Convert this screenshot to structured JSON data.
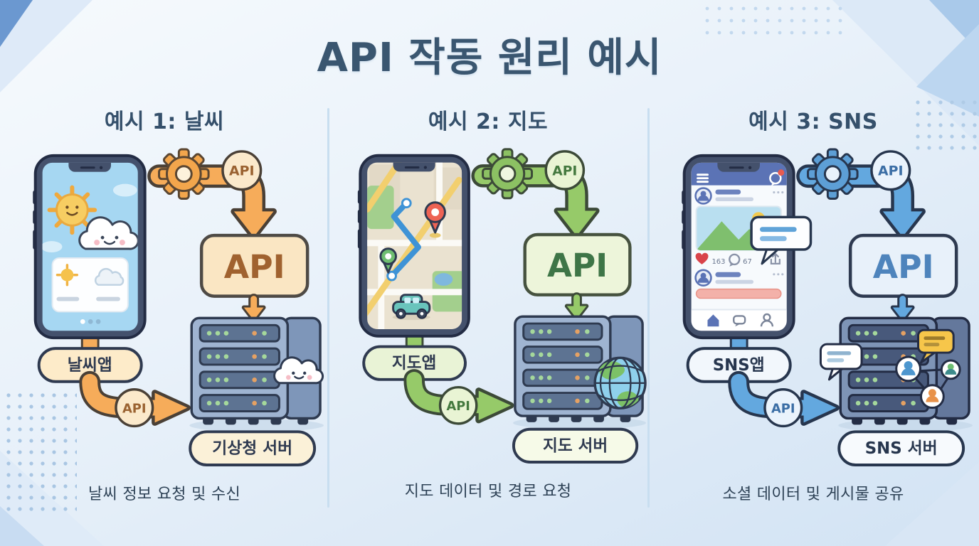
{
  "title": "API 작동 원리 예시",
  "sections": [
    {
      "id": "weather",
      "header": "예시 1: 날씨",
      "app_label": "날씨앱",
      "api_label": "API",
      "server_label": "기상청 서버",
      "caption": "날씨 정보 요청 및 수신",
      "theme_color": "#F3A64C"
    },
    {
      "id": "map",
      "header": "예시 2: 지도",
      "app_label": "지도앱",
      "api_label": "API",
      "server_label": "지도 서버",
      "caption": "지도 데이터 및 경로 요청",
      "theme_color": "#8CC163"
    },
    {
      "id": "sns",
      "header": "예시 3: SNS",
      "app_label": "SNS앱",
      "api_label": "API",
      "server_label": "SNS 서버",
      "caption": "소셜 데이터 및 게시물 공유",
      "theme_color": "#5D9FD6"
    }
  ],
  "sns_feed": {
    "likes": "163",
    "comments": "67"
  },
  "colors": {
    "title": "#3A5670",
    "background": "#E4EEF8",
    "outline": "#2E3A50",
    "orange_arrow": "#F6AC5A",
    "green_arrow": "#96CA69",
    "blue_arrow": "#63A8DF",
    "server_body": "#9FB4D1",
    "divider": "#C8DEF0"
  }
}
